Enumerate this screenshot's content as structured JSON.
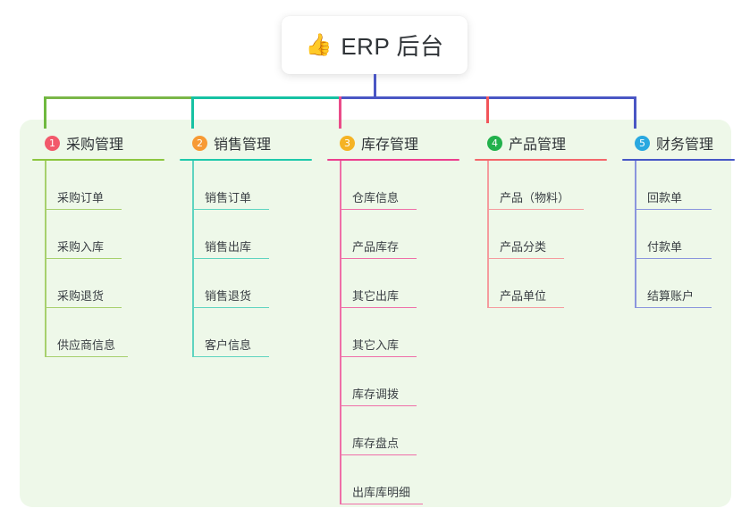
{
  "root": {
    "icon": "thumbs-up-icon",
    "emoji": "👍",
    "title": "ERP 后台"
  },
  "colors": {
    "panel_bg": "#eef8e9",
    "page_bg": "#ffffff",
    "trunk_green": "#7ab648",
    "trunk_teal": "#16c2a3",
    "trunk_blue": "#4a56c4",
    "stub_green": "#6fb93f",
    "stub_teal": "#16c2a3",
    "stub_pink": "#ea4c89",
    "stub_red": "#f2555a",
    "stub_blue": "#4a56c4",
    "root_stem": "#4a56c4"
  },
  "columns": [
    {
      "number": "1",
      "title": "采购管理",
      "badge_color": "#f2596b",
      "line_color": "#8cc63f",
      "item_line_color": "#a7d06d",
      "items": [
        "采购订单",
        "采购入库",
        "采购退货",
        "供应商信息"
      ]
    },
    {
      "number": "2",
      "title": "销售管理",
      "badge_color": "#f79a34",
      "line_color": "#1ec9ab",
      "item_line_color": "#5fd4c0",
      "items": [
        "销售订单",
        "销售出库",
        "销售退货",
        "客户信息"
      ]
    },
    {
      "number": "3",
      "title": "库存管理",
      "badge_color": "#f5b324",
      "line_color": "#ec3f8e",
      "item_line_color": "#ef6fa8",
      "items": [
        "仓库信息",
        "产品库存",
        "其它出库",
        "其它入库",
        "库存调拨",
        "库存盘点",
        "出库库明细"
      ]
    },
    {
      "number": "4",
      "title": "产品管理",
      "badge_color": "#22b14c",
      "line_color": "#f4676b",
      "item_line_color": "#f59b9e",
      "items": [
        "产品（物料）",
        "产品分类",
        "产品单位"
      ]
    },
    {
      "number": "5",
      "title": "财务管理",
      "badge_color": "#29a8e0",
      "line_color": "#4657c6",
      "item_line_color": "#8a95dd",
      "items": [
        "回款单",
        "付款单",
        "结算账户"
      ]
    }
  ]
}
